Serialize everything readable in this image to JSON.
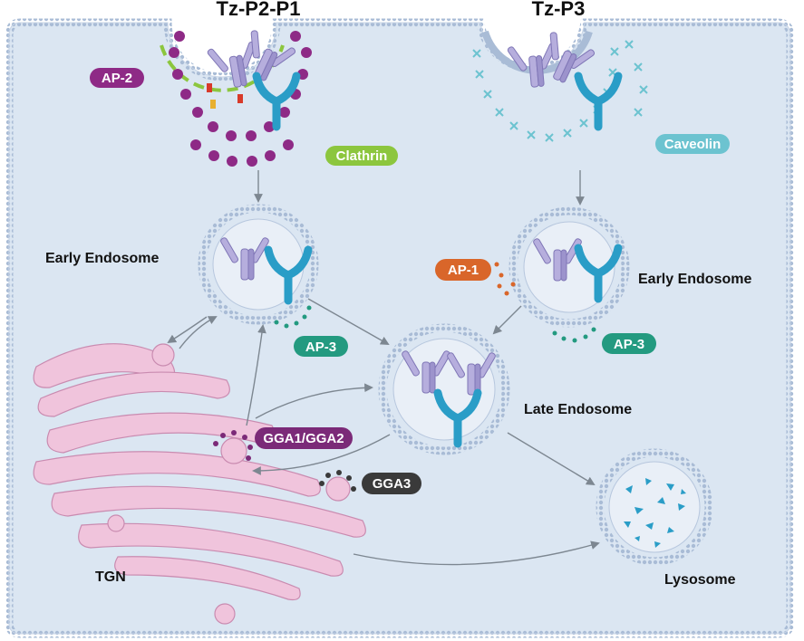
{
  "titles": {
    "left": "Tz-P2-P1",
    "right": "Tz-P3"
  },
  "organelles": {
    "early_endosome_left": "Early Endosome",
    "early_endosome_right": "Early Endosome",
    "late_endosome": "Late Endosome",
    "lysosome": "Lysosome",
    "tgn": "TGN"
  },
  "pills": {
    "ap2": {
      "label": "AP-2",
      "color": "#8e2a86"
    },
    "clathrin": {
      "label": "Clathrin",
      "color": "#8cc63e"
    },
    "caveolin": {
      "label": "Caveolin",
      "color": "#6cc3d0"
    },
    "ap1": {
      "label": "AP-1",
      "color": "#d9662a"
    },
    "ap3_left": {
      "label": "AP-3",
      "color": "#239a80"
    },
    "ap3_right": {
      "label": "AP-3",
      "color": "#239a80"
    },
    "gga12": {
      "label": "GGA1/GGA2",
      "color": "#7b2a78"
    },
    "gga3": {
      "label": "GGA3",
      "color": "#3a3a3a"
    }
  },
  "colors": {
    "cell_fill": "#dbe6f2",
    "membrane": "#a9bcd6",
    "tgn": "#f0c4dc",
    "tgn_stroke": "#c98bb0",
    "antibody": "#9b93c8",
    "receptor": "#2a9dc7",
    "arrow": "#7d8791"
  }
}
